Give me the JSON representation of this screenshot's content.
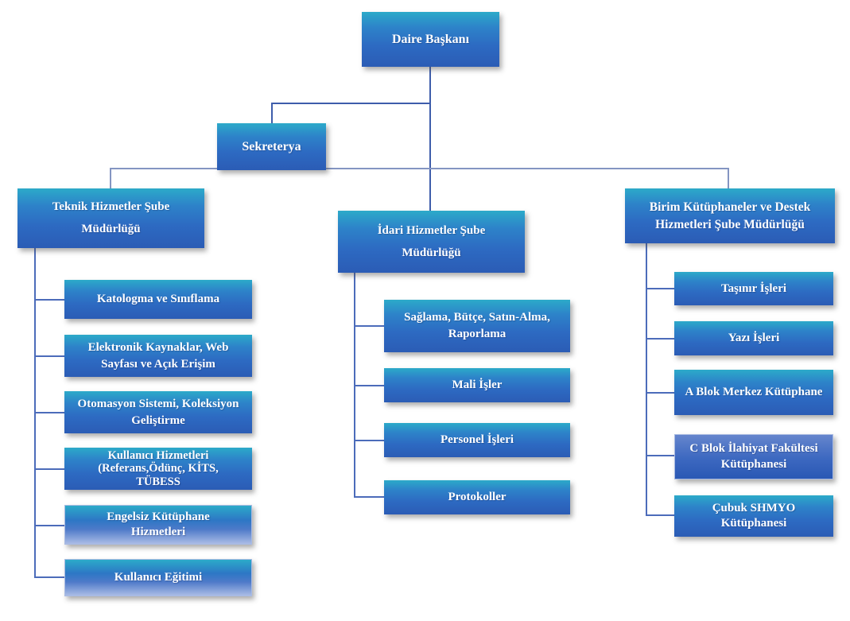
{
  "org_chart": {
    "title_hint": "Library department organization chart",
    "root": {
      "label": "Daire Başkanı"
    },
    "sekreterya": {
      "label": "Sekreterya"
    },
    "branches": {
      "teknik": {
        "label": "Teknik Hizmetler Şube\nMüdürlüğü",
        "children": {
          "katologma": {
            "label": "Katologma ve Sınıflama"
          },
          "elektronik": {
            "label": "Elektronik Kaynaklar, Web\nSayfası ve Açık Erişim"
          },
          "otomasyon": {
            "label": "Otomasyon Sistemi, Koleksiyon\nGeliştirme"
          },
          "kullanici_hizmetleri": {
            "label": "Kullanıcı Hizmetleri\n(Referans,Ödünç, KİTS,\nTÜBESS"
          },
          "engelsiz": {
            "label": "Engelsiz Kütüphane\nHizmetleri"
          },
          "kullanici_egitimi": {
            "label": "Kullanıcı Eğitimi"
          }
        }
      },
      "idari": {
        "label": "İdari Hizmetler Şube\nMüdürlüğü",
        "children": {
          "saglama": {
            "label": "Sağlama, Bütçe, Satın-Alma,\nRaporlama"
          },
          "mali": {
            "label": "Mali İşler"
          },
          "personel": {
            "label": "Personel İşleri"
          },
          "protokoller": {
            "label": "Protokoller"
          }
        }
      },
      "birim": {
        "label": "Birim Kütüphaneler ve Destek\nHizmetleri Şube Müdürlüğü",
        "children": {
          "tasinir": {
            "label": "Taşınır İşleri"
          },
          "yazi": {
            "label": "Yazı İşleri"
          },
          "a_blok": {
            "label": "A Blok Merkez Kütüphane"
          },
          "c_blok": {
            "label": "C Blok İlahiyat Fakültesi\nKütüphanesi"
          },
          "cubuk": {
            "label": "Çubuk SHMYO\nKütüphanesi"
          }
        }
      }
    },
    "colors": {
      "node_gradient_top": "#2caac9",
      "node_gradient_bottom": "#2b5cb5",
      "node_fade_bottom": "#aabce5",
      "node_blue_top": "#6585cd",
      "connector": "#4c6cba",
      "connector_dark": "#3e5dab",
      "connector_light": "#8495c2",
      "text": "#ffffff",
      "background": "#ffffff"
    }
  }
}
